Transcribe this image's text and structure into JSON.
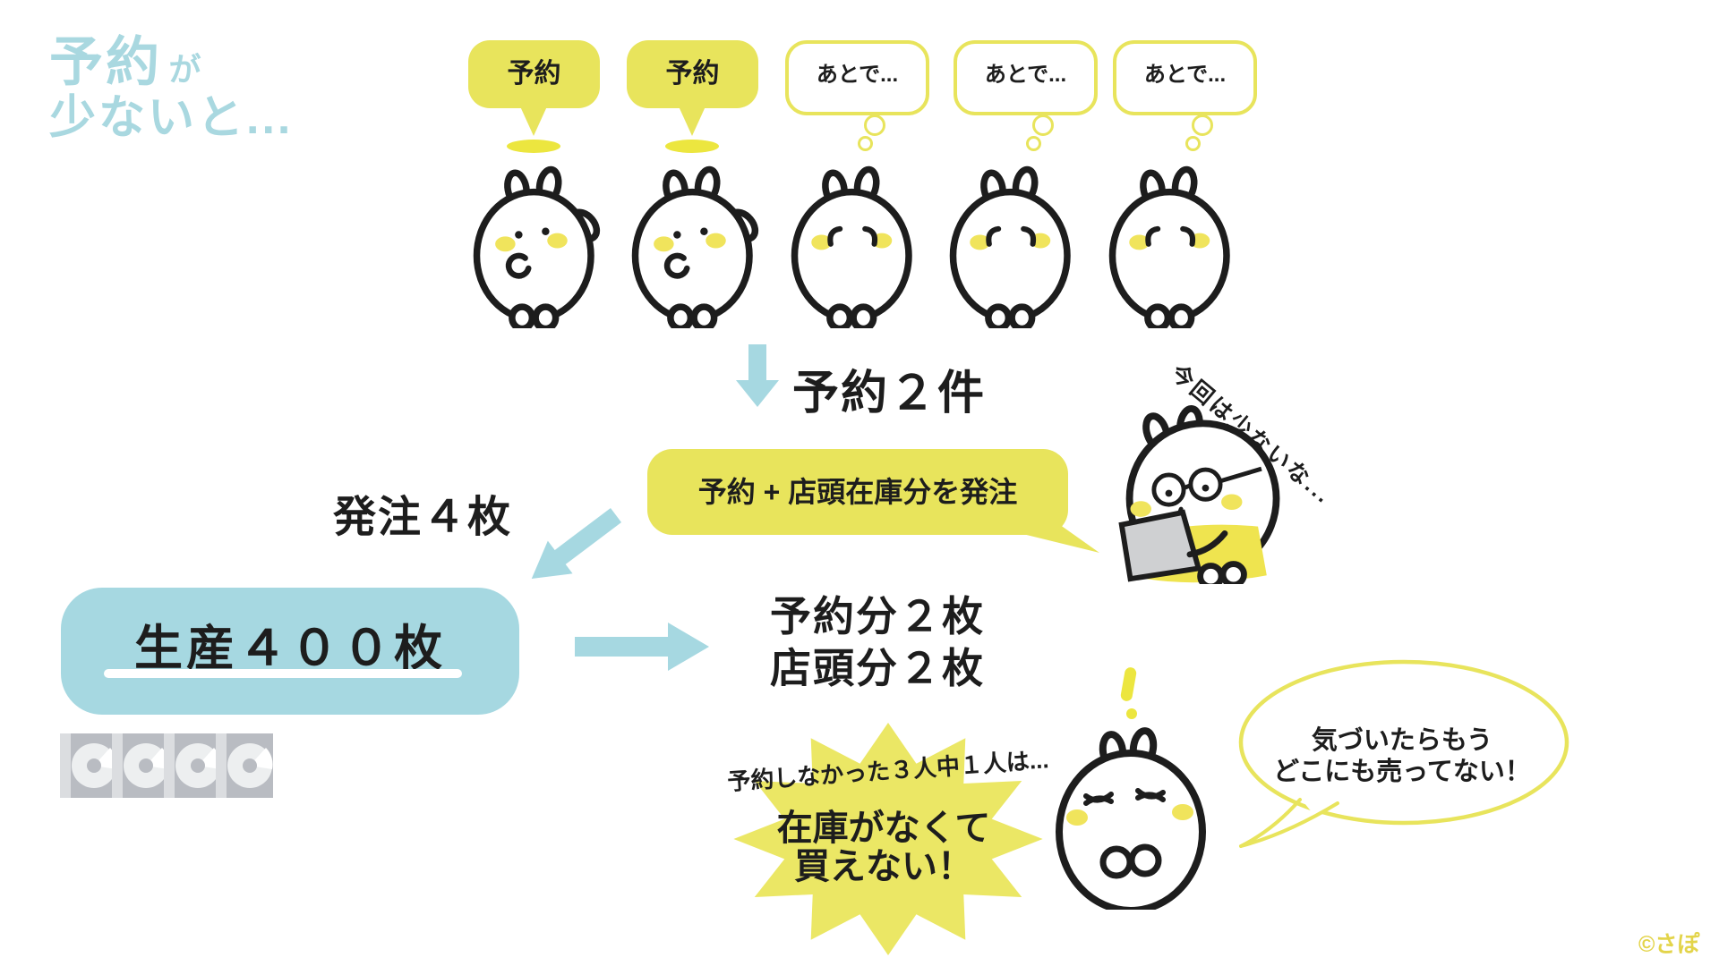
{
  "title": {
    "keyword": "予約",
    "particle": "が",
    "line2": "少ないと..."
  },
  "customer_bubbles": [
    "予約",
    "予約",
    "あとで...",
    "あとで...",
    "あとで..."
  ],
  "flow": {
    "reservation_total": "予約２件",
    "order_bubble": "予約 + 店頭在庫分を発注",
    "manager_thought": "今回は少ないな...",
    "order_qty": "発注４枚",
    "production": "生産４００枚",
    "allocation": [
      "予約分２枚",
      "店頭分２枚"
    ]
  },
  "outcome": {
    "starburst_label": "予約しなかった３人中１人は...",
    "starburst_text": [
      "在庫がなくて",
      "買えない！"
    ],
    "speech": [
      "気づいたらもう",
      "どこにも売ってない！"
    ]
  },
  "copyright": "©さぽ",
  "cd_count": 4,
  "colors": {
    "accent_blue": "#a6d8e1",
    "accent_yellow": "#e8e45c",
    "starburst_yellow": "#ebe765",
    "cheek_yellow": "#f0e45c",
    "ink": "#1d1d1d",
    "cd_gray": "#b9bcc2"
  }
}
